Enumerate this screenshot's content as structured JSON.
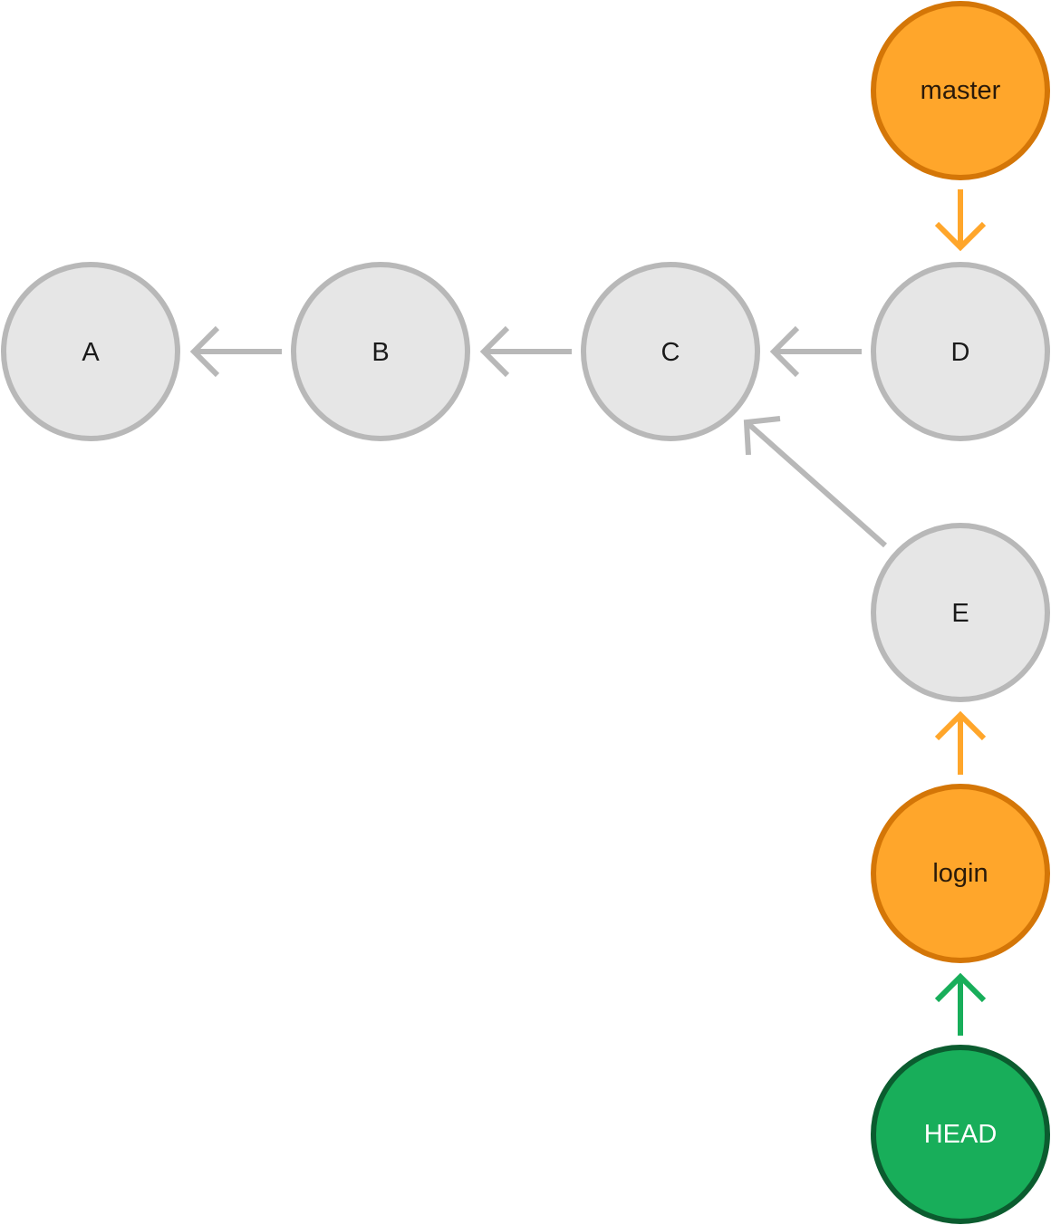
{
  "colors": {
    "commit_fill": "#e6e6e6",
    "commit_stroke": "#b8b8b8",
    "commit_text": "#1a1a1a",
    "commit_arrow": "#b8b8b8",
    "branch_fill": "#ffa62b",
    "branch_stroke": "#d47607",
    "branch_text": "#2a1a0a",
    "branch_arrow": "#ffa62b",
    "head_fill": "#18ae5a",
    "head_stroke": "#0b5c2f",
    "head_text": "#ffffff",
    "head_arrow": "#18ae5a"
  },
  "commits": {
    "a": "A",
    "b": "B",
    "c": "C",
    "d": "D",
    "e": "E"
  },
  "refs": {
    "master": "master",
    "login": "login",
    "head": "HEAD"
  },
  "edges": [
    {
      "from": "b",
      "to": "a",
      "kind": "parent"
    },
    {
      "from": "c",
      "to": "b",
      "kind": "parent"
    },
    {
      "from": "d",
      "to": "c",
      "kind": "parent"
    },
    {
      "from": "e",
      "to": "c",
      "kind": "parent"
    },
    {
      "from": "master",
      "to": "d",
      "kind": "branch"
    },
    {
      "from": "login",
      "to": "e",
      "kind": "branch"
    },
    {
      "from": "head",
      "to": "login",
      "kind": "head"
    }
  ]
}
